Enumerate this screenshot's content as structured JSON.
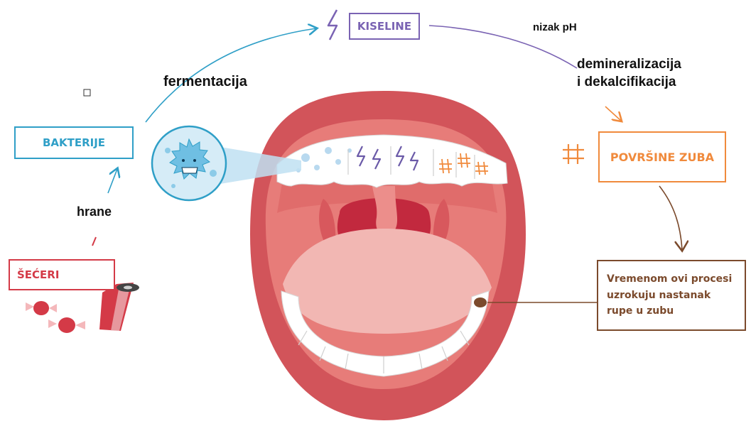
{
  "colors": {
    "bakterije": "#2f9fc7",
    "kiseline": "#7a63b3",
    "povrsine": "#f08a3c",
    "seceri": "#d43a47",
    "note": "#7b4a2c",
    "lip": "#d2545a",
    "mouth_interior": "#e77c79",
    "throat": "#c2293e",
    "tongue": "#f2b7b3"
  },
  "boxes": {
    "kiseline": "KISELINE",
    "bakterije": "BAKTERIJE",
    "povrsine": "POVRŠINE ZUBA",
    "seceri": "ŠEĆERI"
  },
  "labels": {
    "nizak_ph": "nizak pH",
    "demineralizacija_1": "demineralizacija",
    "demineralizacija_2": "i dekalcifikacija",
    "fermentacija": "fermentacija",
    "hrane": "hrane"
  },
  "note": {
    "lines": [
      "Vremenom ovi procesi",
      "uzrokuju nastanak",
      "rupe u zubu"
    ]
  },
  "icons": {
    "acid": "lightning-icon",
    "surface": "hash-icon",
    "bacteria": "bacteria-icon",
    "candy": "candy-icon"
  }
}
